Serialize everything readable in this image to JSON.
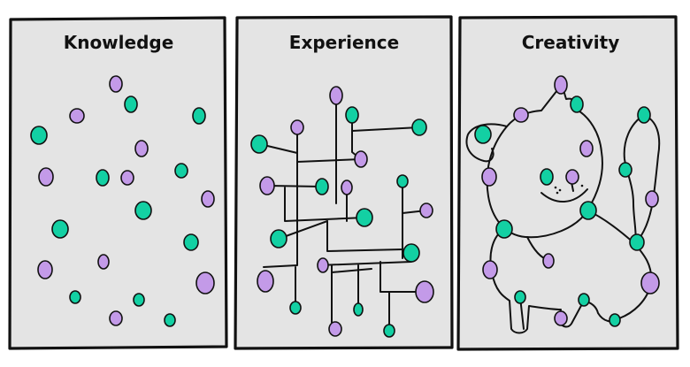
{
  "panels": [
    {
      "id": "knowledge",
      "title": "Knowledge"
    },
    {
      "id": "experience",
      "title": "Experience"
    },
    {
      "id": "creativity",
      "title": "Creativity"
    }
  ],
  "colors": {
    "panel_fill": "#e4e4e4",
    "teal": "#13d0a3",
    "purple": "#c39ae8",
    "ink": "#111111"
  }
}
